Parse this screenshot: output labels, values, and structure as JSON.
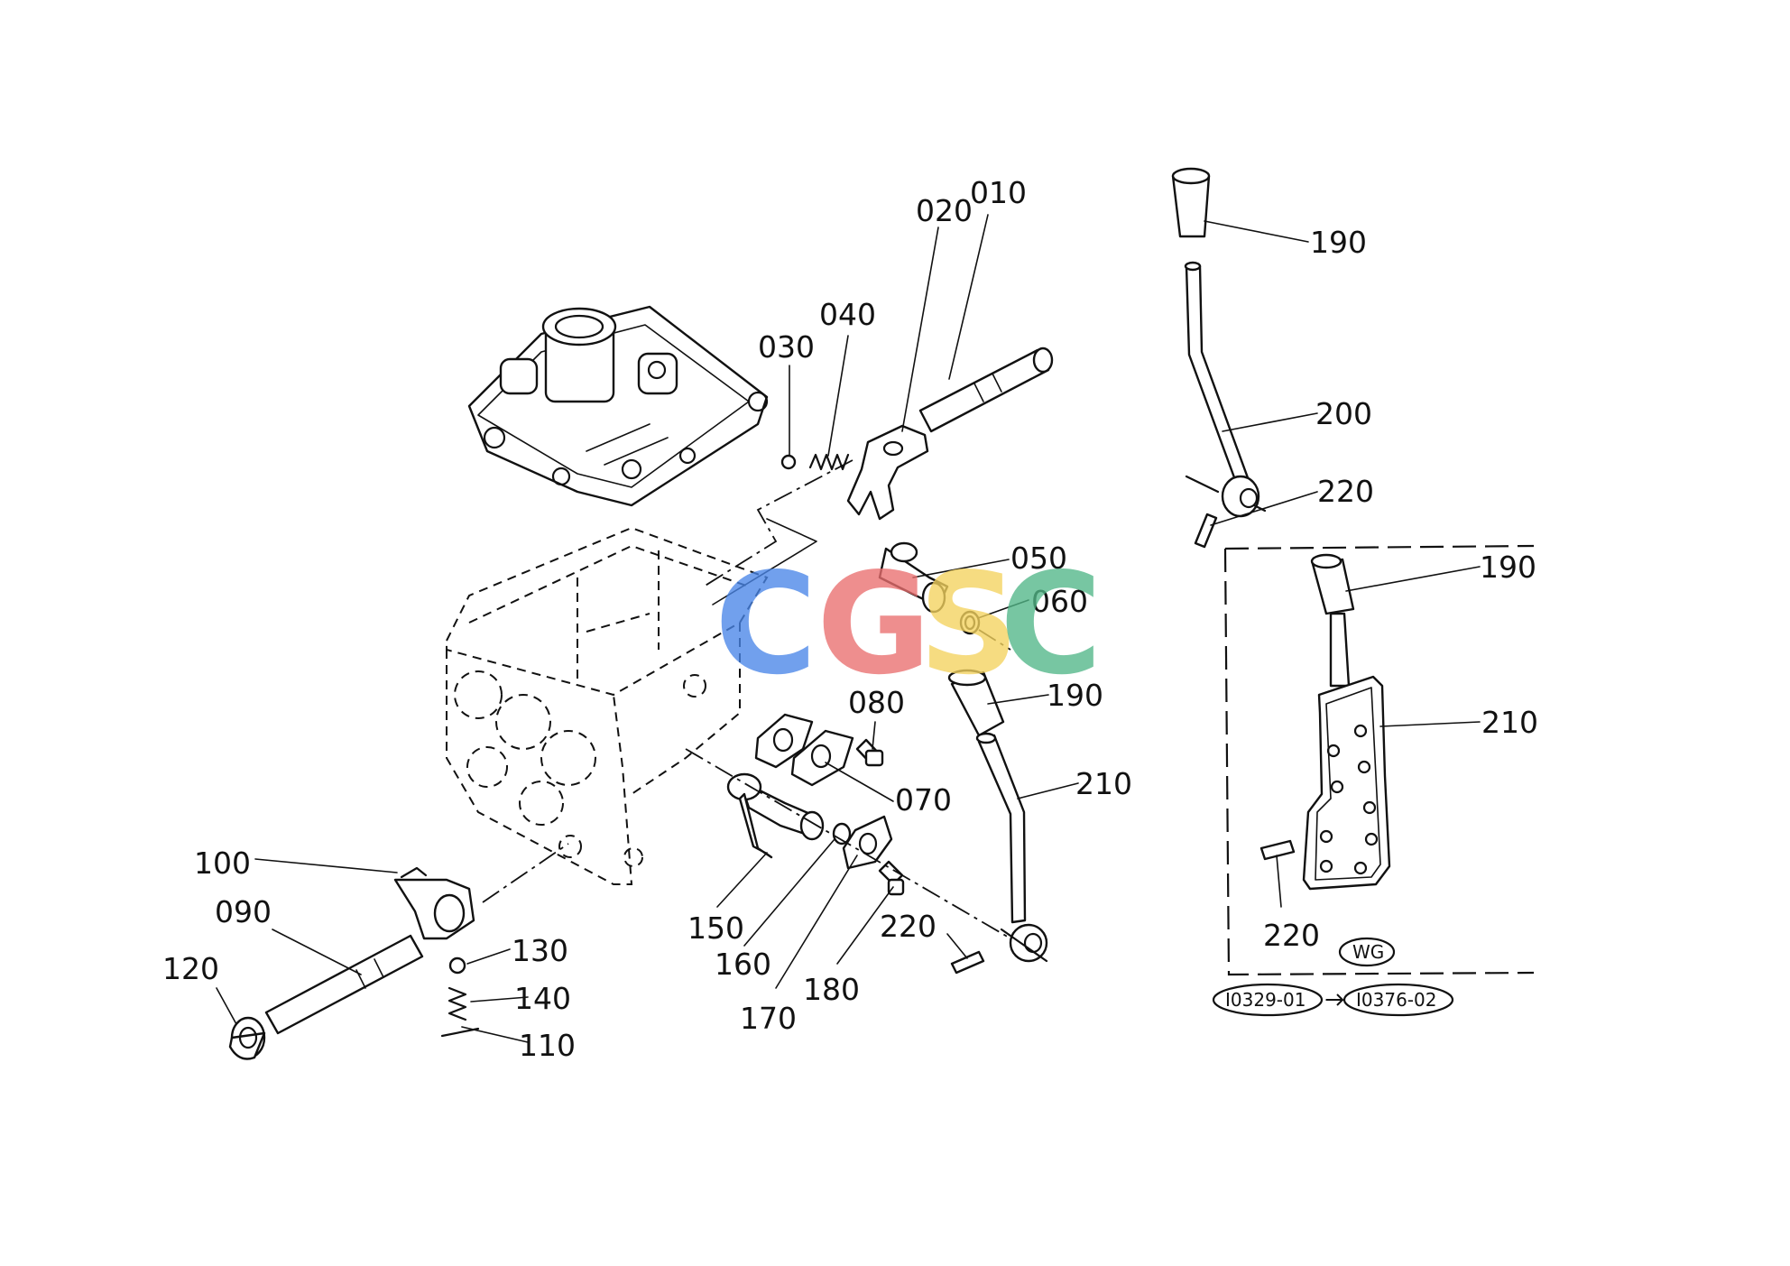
{
  "parts": [
    {
      "id": "p010",
      "label": "010"
    },
    {
      "id": "p020",
      "label": "020"
    },
    {
      "id": "p030",
      "label": "030"
    },
    {
      "id": "p040",
      "label": "040"
    },
    {
      "id": "p050",
      "label": "050"
    },
    {
      "id": "p060",
      "label": "060"
    },
    {
      "id": "p070",
      "label": "070"
    },
    {
      "id": "p080",
      "label": "080"
    },
    {
      "id": "p090",
      "label": "090"
    },
    {
      "id": "p100",
      "label": "100"
    },
    {
      "id": "p110",
      "label": "110"
    },
    {
      "id": "p120",
      "label": "120"
    },
    {
      "id": "p130",
      "label": "130"
    },
    {
      "id": "p140",
      "label": "140"
    },
    {
      "id": "p150",
      "label": "150"
    },
    {
      "id": "p160",
      "label": "160"
    },
    {
      "id": "p170",
      "label": "170"
    },
    {
      "id": "p180",
      "label": "180"
    },
    {
      "id": "p190",
      "label": "190"
    },
    {
      "id": "p200",
      "label": "200"
    },
    {
      "id": "p210",
      "label": "210"
    },
    {
      "id": "p220",
      "label": "220"
    }
  ],
  "variant": {
    "tag": "WG",
    "serial_from": "I0329-01",
    "serial_to": "I0376-02"
  },
  "watermark": {
    "letters": [
      "C",
      "G",
      "S",
      "C"
    ],
    "colors": [
      "#4a86e8",
      "#ea6f6f",
      "#f4d35e",
      "#52b788"
    ]
  }
}
